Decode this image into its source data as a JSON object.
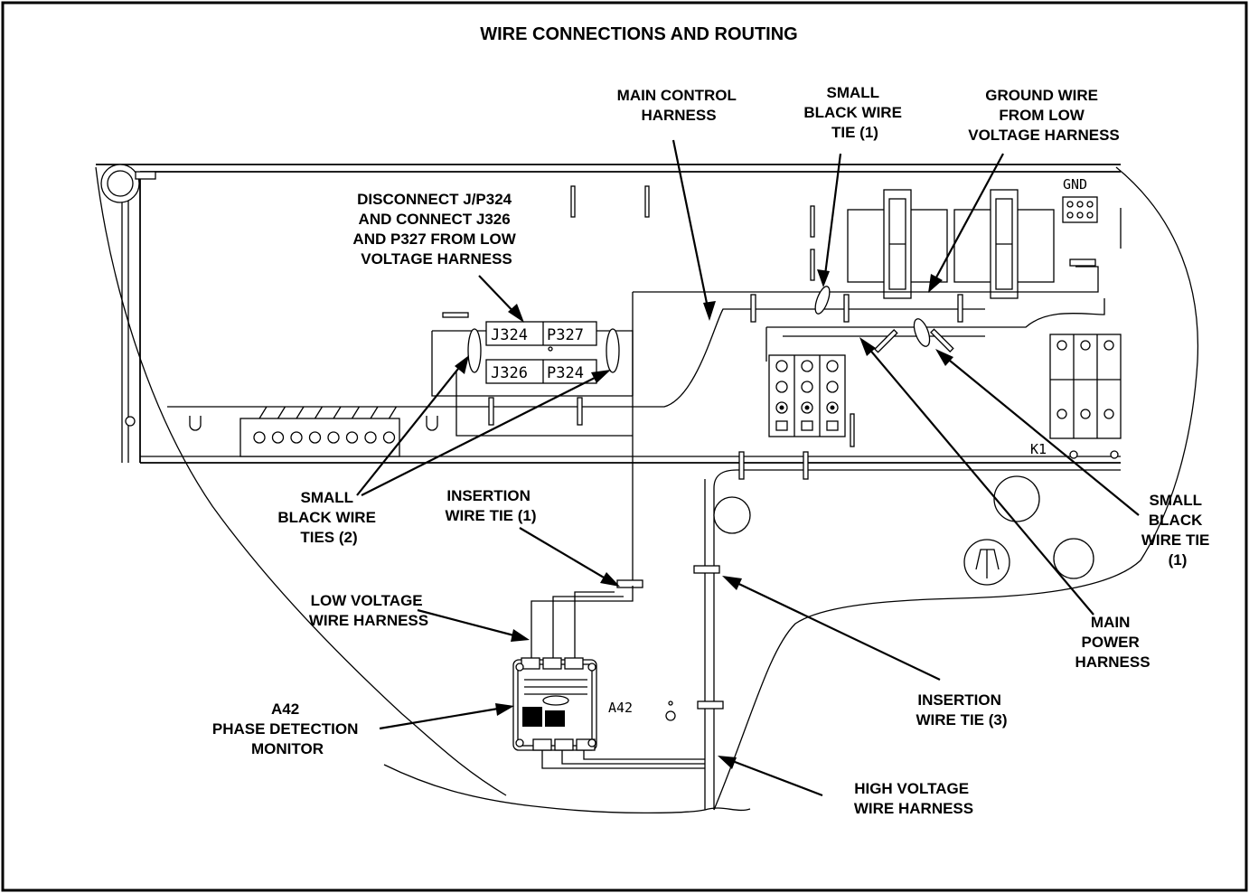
{
  "title": "WIRE CONNECTIONS AND ROUTING",
  "callouts": {
    "main_control_harness": [
      "MAIN CONTROL",
      "HARNESS"
    ],
    "small_black_wire_tie_top": [
      "SMALL",
      "BLACK WIRE",
      "TIE (1)"
    ],
    "ground_wire": [
      "GROUND WIRE",
      "FROM LOW",
      "VOLTAGE HARNESS"
    ],
    "disconnect": [
      "DISCONNECT J/P324",
      "AND CONNECT J326",
      "AND P327 FROM LOW",
      "VOLTAGE HARNESS"
    ],
    "small_black_wire_ties_2": [
      "SMALL",
      "BLACK WIRE",
      "TIES (2)"
    ],
    "insertion_wire_tie_1": [
      "INSERTION",
      "WIRE TIE (1)"
    ],
    "low_voltage_wire_harness": [
      "LOW VOLTAGE",
      "WIRE HARNESS"
    ],
    "a42_monitor": [
      "A42",
      "PHASE DETECTION",
      "MONITOR"
    ],
    "insertion_wire_tie_3": [
      "INSERTION",
      "WIRE TIE (3)"
    ],
    "high_voltage_wire_harness": [
      "HIGH VOLTAGE",
      "WIRE HARNESS"
    ],
    "main_power_harness": [
      "MAIN",
      "POWER",
      "HARNESS"
    ],
    "small_black_wire_tie_right": [
      "SMALL",
      "BLACK",
      "WIRE TIE",
      "(1)"
    ]
  },
  "components": {
    "connector_j324": "J324",
    "connector_p327": "P327",
    "connector_j326": "J326",
    "connector_p324": "P324",
    "gnd": "GND",
    "k1": "K1",
    "a42": "A42"
  }
}
